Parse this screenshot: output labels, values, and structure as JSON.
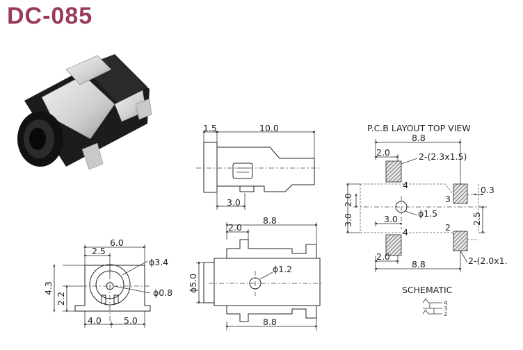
{
  "title": "DC-085",
  "colors": {
    "title": "#9a3a5c",
    "line": "#222222",
    "pad_hatch": "#555555"
  },
  "side_view": {
    "dim_flange": "1.5",
    "dim_length": "10.0",
    "dim_offset": "3.0"
  },
  "front_view": {
    "dim_width": "6.0",
    "dim_center": "2.5",
    "dim_height": "4.3",
    "dim_axis": "2.2",
    "dim_left": "4.0",
    "dim_right": "5.0",
    "dim_bore": "ϕ3.4",
    "dim_pin": "ϕ0.8"
  },
  "bottom_view": {
    "dim_pad": "2.0",
    "dim_length": "8.8",
    "dim_height": "ϕ5.0",
    "dim_hole": "ϕ1.2",
    "dim_length_bottom": "8.8"
  },
  "pcb": {
    "title": "P.C.B LAYOUT  TOP VIEW",
    "dim_top": "8.8",
    "dim_pad_offset_top": "2.0",
    "pad_size_top": "2-(2.3x1.5)",
    "dim_hole": "ϕ1.5",
    "dim_hole_offset": "3.0",
    "dim_left_2": "2.0",
    "dim_left_3": "3.0",
    "dim_gap": "0.3",
    "dim_right": "2.5",
    "pad_size_bottom": "2-(2.0x1.",
    "dim_pad_offset_bottom": "2.0",
    "dim_bottom": "8.8",
    "pin_4_top": "4",
    "pin_3": "3",
    "pin_4_bottom": "4",
    "pin_2": "2"
  },
  "schematic": {
    "label": "SCHEMATIC",
    "pin_4": "4",
    "pin_3": "3",
    "pin_2": "2"
  }
}
